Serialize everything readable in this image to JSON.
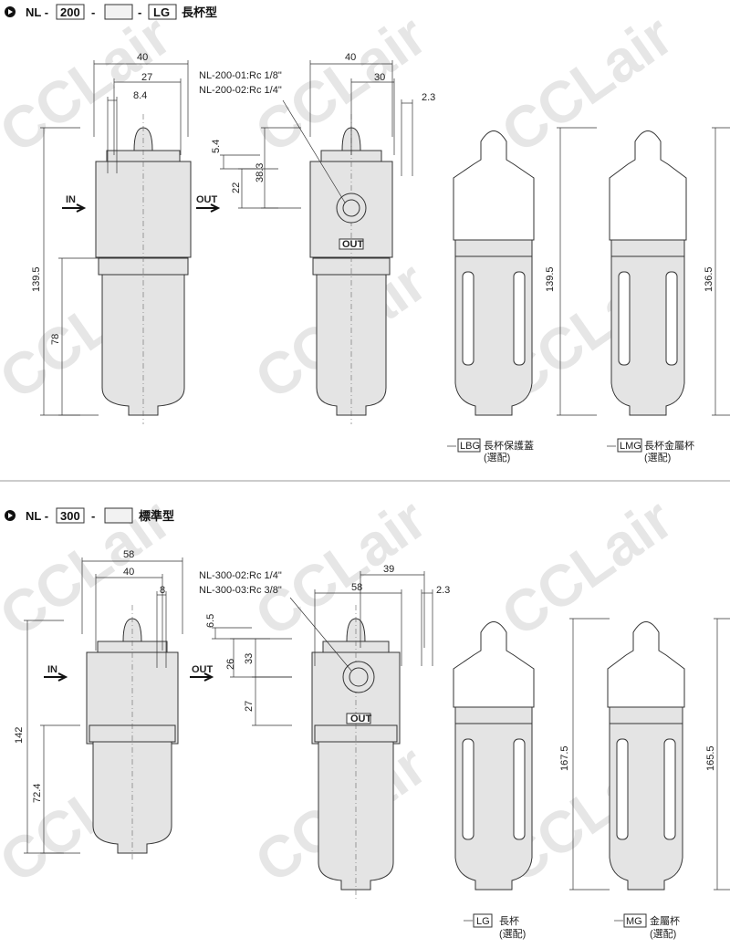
{
  "watermark": "CCLair",
  "section1": {
    "header": {
      "prefix": "NL -",
      "code": "200",
      "sep1": "-",
      "blank": "",
      "sep2": "-",
      "option": "LG",
      "type": "長杯型"
    },
    "dims_front": {
      "w40": "40",
      "w27": "27",
      "w84": "8.4",
      "h54": "5.4",
      "h22": "22",
      "h383": "38.3",
      "h1395": "139.5",
      "h78": "78",
      "in": "IN",
      "out": "OUT"
    },
    "dims_side": {
      "w40": "40",
      "w30": "30",
      "w23": "2.3",
      "port1": "NL-200-01:Rc 1/8\"",
      "port2": "NL-200-02:Rc 1/4\"",
      "out": "OUT"
    },
    "option_lbg": {
      "dim": "139.5",
      "code": "LBG",
      "label": "長杯保護蓋",
      "note": "(選配)"
    },
    "option_lmg": {
      "dim": "136.5",
      "code": "LMG",
      "label": "長杯金屬杯",
      "note": "(選配)"
    }
  },
  "section2": {
    "header": {
      "prefix": "NL -",
      "code": "300",
      "sep1": "-",
      "blank": "",
      "type": "標準型"
    },
    "dims_front": {
      "w58": "58",
      "w40": "40",
      "w8": "8",
      "h65": "6.5",
      "h33": "33",
      "h26": "26",
      "h27": "27",
      "h142": "142",
      "h724": "72.4",
      "in": "IN",
      "out": "OUT"
    },
    "dims_side": {
      "w58": "58",
      "w39": "39",
      "w23": "2.3",
      "port1": "NL-300-02:Rc 1/4\"",
      "port2": "NL-300-03:Rc 3/8\"",
      "out": "OUT"
    },
    "option_lg": {
      "dim": "167.5",
      "code": "LG",
      "label": "長杯",
      "note": "(選配)"
    },
    "option_mg": {
      "dim": "165.5",
      "code": "MG",
      "label": "金屬杯",
      "note": "(選配)"
    }
  }
}
